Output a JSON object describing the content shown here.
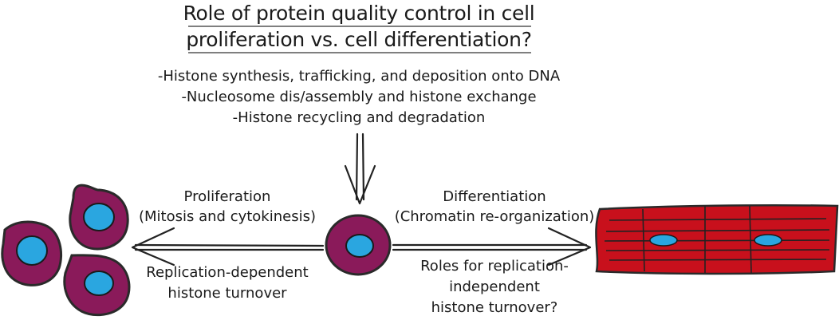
{
  "title": {
    "line1": "Role of protein quality control in cell",
    "line2": "proliferation vs. cell differentiation?"
  },
  "processes": [
    "-Histone synthesis, trafficking, and deposition onto DNA",
    "-Nucleosome dis/assembly and histone exchange",
    "-Histone recycling and degradation"
  ],
  "proliferation": {
    "label": "Proliferation",
    "sublabel": "(Mitosis and cytokinesis)",
    "turnover_line1": "Replication-dependent",
    "turnover_line2": "histone turnover"
  },
  "differentiation": {
    "label": "Differentiation",
    "sublabel": "(Chromatin re-organization)",
    "turnover_line1": "Roles for replication-",
    "turnover_line2": "independent",
    "turnover_line3": "histone turnover?"
  },
  "colors": {
    "cell_body": "#8a1a5a",
    "cell_outline": "#2a2a2a",
    "nucleus": "#2aa6e0",
    "muscle_fiber": "#c8101c",
    "arrow": "#222222"
  }
}
